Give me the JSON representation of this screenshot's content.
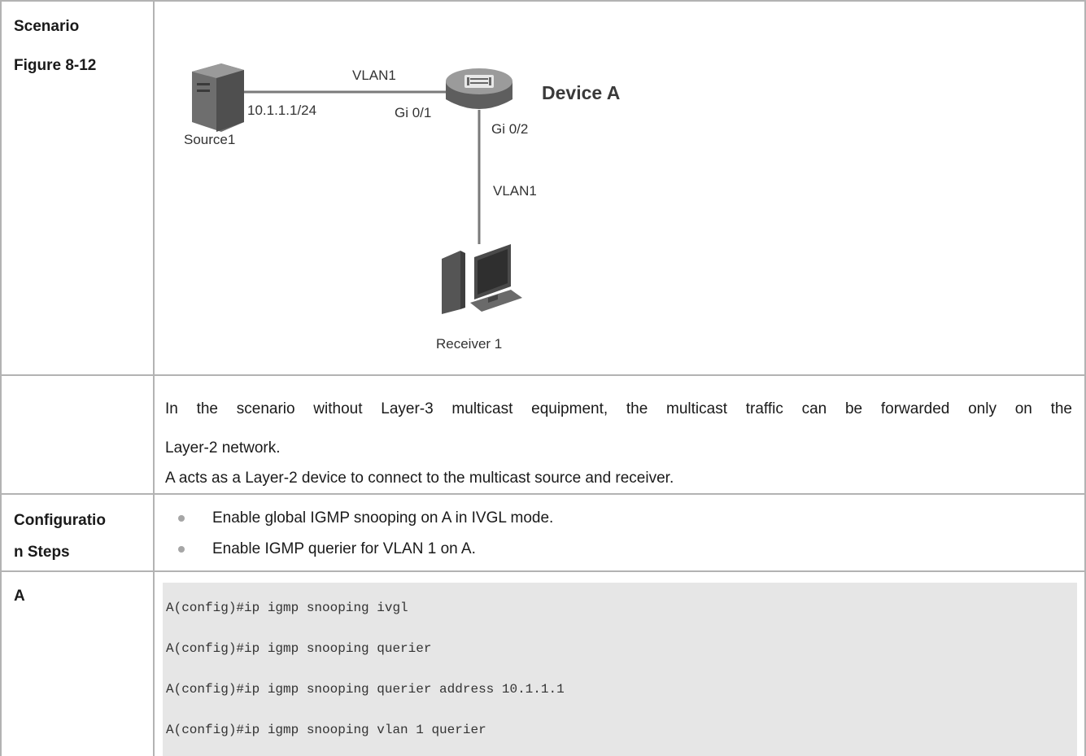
{
  "rows": {
    "scenario": {
      "label_line1": "Scenario",
      "label_line2": "Figure 8-12"
    },
    "description": {
      "line1": "In the scenario without Layer-3 multicast equipment, the multicast traffic can be forwarded only on the",
      "line2": "Layer-2 network.",
      "line3": "A acts as a Layer-2 device to connect to the multicast source and receiver."
    },
    "config_steps": {
      "label_line1": "Configuratio",
      "label_line2": "n Steps",
      "bullets": [
        "Enable global IGMP snooping on A in IVGL mode.",
        "Enable IGMP querier for VLAN 1 on A."
      ]
    },
    "device_a": {
      "label": "A",
      "code_lines": [
        "A(config)#ip igmp snooping ivgl",
        "A(config)#ip igmp snooping querier",
        "A(config)#ip igmp snooping querier address 10.1.1.1",
        "A(config)#ip igmp snooping vlan 1 querier"
      ]
    }
  },
  "diagram": {
    "vlan_top": "VLAN1",
    "device_name": "Device A",
    "source_ip": "10.1.1.1/24",
    "port_left": "Gi 0/1",
    "port_right": "Gi 0/2",
    "source_name": "Source1",
    "vlan_bottom": "VLAN1",
    "receiver_name": "Receiver 1",
    "ip_color": "#ff3333"
  }
}
